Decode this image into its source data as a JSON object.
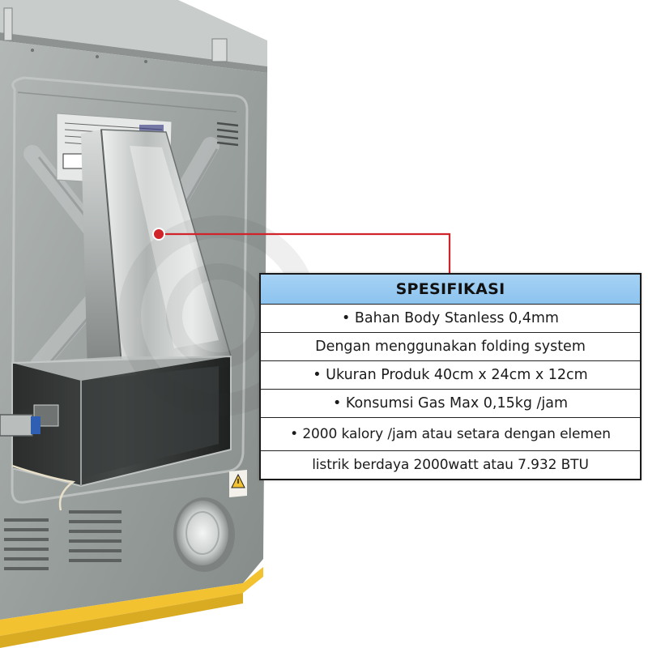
{
  "spec_table": {
    "title": "SPESIFIKASI",
    "rows": [
      "• Bahan Body Stanless 0,4mm",
      "Dengan menggunakan folding system",
      "• Ukuran Produk 40cm x 24cm x 12cm",
      "• Konsumsi Gas Max 0,15kg /jam",
      "• 2000 kalory /jam atau setara dengan elemen",
      "listrik berdaya 2000watt atau 7.932 BTU"
    ]
  },
  "callout": {
    "color": "#d0232a"
  },
  "colors": {
    "cabinet": "#9aa09e",
    "table_header": "#9ccbf2",
    "accent_yellow": "#f2c230"
  },
  "icons": [
    "warning-icon",
    "callout-dot-icon"
  ]
}
